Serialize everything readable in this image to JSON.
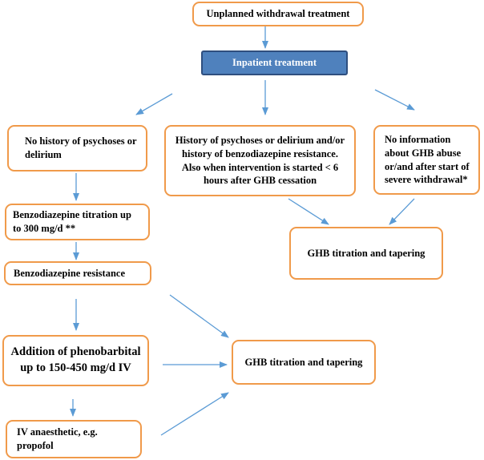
{
  "colors": {
    "box_border": "#f09a4a",
    "start_box_fill": "#4f81bd",
    "start_box_border": "#2f4f7f",
    "arrow": "#5b9bd5"
  },
  "nodes": {
    "unplanned": "Unplanned withdrawal treatment",
    "inpatient": "Inpatient treatment",
    "no_history": "No history of psychoses or delirium",
    "history": "History of psychoses or delirium and/or history of benzodiazepine resistance. Also when intervention is started < 6 hours after GHB cessation",
    "no_info": "No information about GHB abuse or/and after start of severe withdrawal*",
    "benzo_titration": "Benzodiazepine titration up to 300 mg/d **",
    "ghb_right": "GHB titration and tapering",
    "benzo_resistance": "Benzodiazepine  resistance",
    "phenobarbital": "Addition of phenobarbital up to 150-450 mg/d IV",
    "ghb_center": "GHB titration and tapering",
    "anaesthetic": "IV anaesthetic, e.g. propofol"
  }
}
